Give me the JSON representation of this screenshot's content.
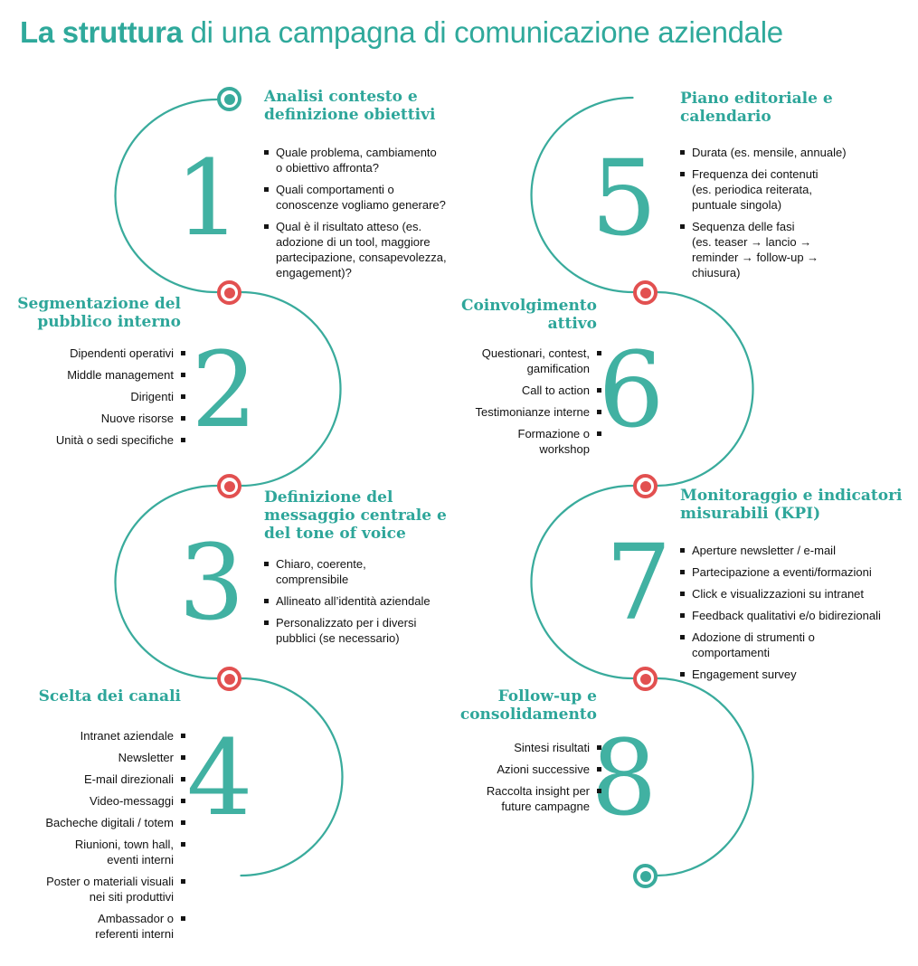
{
  "title": {
    "bold": "La struttura",
    "rest": " di una campagna di comunicazione aziendale"
  },
  "colors": {
    "teal_line": "#39ab9c",
    "teal_heading": "#2ea69a",
    "teal_number": "#41b1a2",
    "red_marker": "#e25050",
    "body_text": "#121212"
  },
  "steps": [
    {
      "number": "1",
      "heading": "Analisi contesto e\ndefinizione obiettivi",
      "items": [
        "Quale problema, cambiamento\no obiettivo affronta?",
        "Quali comportamenti o\nconoscenze vogliamo generare?",
        "Qual è il risultato atteso (es.\nadozione di un tool, maggiore\npartecipazione, consapevolezza,\nengagement)?"
      ]
    },
    {
      "number": "2",
      "heading": "Segmentazione del\npubblico interno",
      "items": [
        "Dipendenti operativi",
        "Middle management",
        "Dirigenti",
        "Nuove risorse",
        "Unità o sedi specifiche"
      ]
    },
    {
      "number": "3",
      "heading": "Definizione del\nmessaggio centrale e\ndel tone of voice",
      "items": [
        "Chiaro, coerente,\ncomprensibile",
        "Allineato all’identità aziendale",
        "Personalizzato per i diversi\npubblici (se necessario)"
      ]
    },
    {
      "number": "4",
      "heading": "Scelta dei canali",
      "items": [
        "Intranet aziendale",
        "Newsletter",
        "E-mail direzionali",
        "Video-messaggi",
        "Bacheche digitali / totem",
        "Riunioni, town hall,\neventi interni",
        "Poster o materiali visuali\nnei siti produttivi",
        "Ambassador o\nreferenti interni"
      ]
    },
    {
      "number": "5",
      "heading": "Piano editoriale e\ncalendario",
      "items": [
        "Durata (es. mensile, annuale)",
        "Frequenza dei contenuti\n(es. periodica reiterata,\npuntuale singola)",
        "Sequenza delle fasi\n(es. teaser → lancio →\nreminder → follow-up →\nchiusura)"
      ]
    },
    {
      "number": "6",
      "heading": "Coinvolgimento\nattivo",
      "items": [
        "Questionari, contest,\ngamification",
        "Call to action",
        "Testimonianze interne",
        "Formazione o\nworkshop"
      ]
    },
    {
      "number": "7",
      "heading": "Monitoraggio e indicatori\nmisurabili (KPI)",
      "items": [
        "Aperture newsletter / e-mail",
        "Partecipazione a eventi/formazioni",
        "Click e visualizzazioni su intranet",
        "Feedback qualitativi e/o bidirezionali",
        "Adozione di strumenti o\ncomportamenti",
        "Engagement survey"
      ]
    },
    {
      "number": "8",
      "heading": "Follow-up e\nconsolidamento",
      "items": [
        "Sintesi risultati",
        "Azioni successive",
        "Raccolta insight per\nfuture campagne"
      ]
    }
  ]
}
